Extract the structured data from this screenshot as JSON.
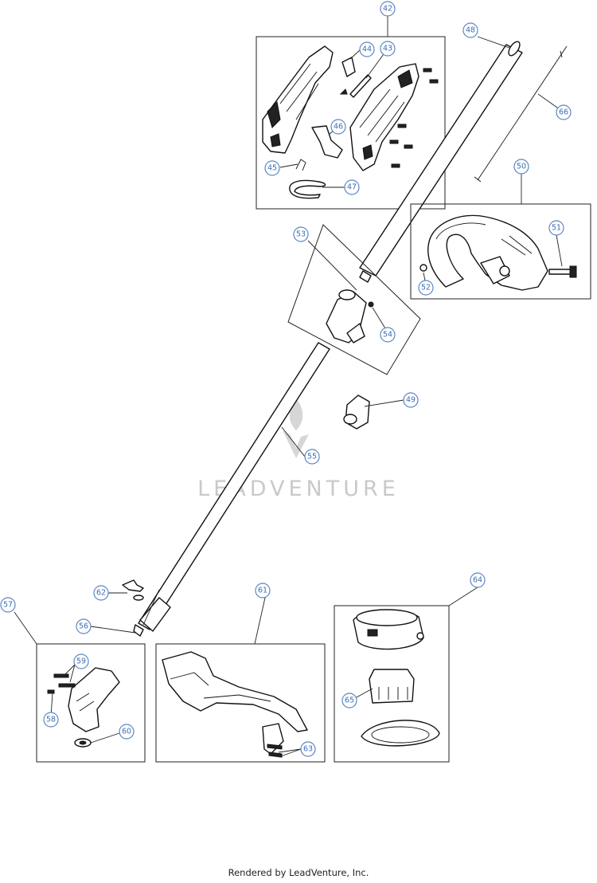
{
  "watermark": {
    "text": "LEADVENTURE"
  },
  "footer": {
    "text": "Rendered by LeadVenture, Inc."
  },
  "callouts": {
    "c42": "42",
    "c43": "43",
    "c44": "44",
    "c45": "45",
    "c46": "46",
    "c47": "47",
    "c48": "48",
    "c49": "49",
    "c50": "50",
    "c51": "51",
    "c52": "52",
    "c53": "53",
    "c54": "54",
    "c55": "55",
    "c56": "56",
    "c57": "57",
    "c58": "58",
    "c59": "59",
    "c60": "60",
    "c61": "61",
    "c62": "62",
    "c63": "63",
    "c64": "64",
    "c65": "65",
    "c66": "66"
  },
  "colors": {
    "callout_ring": "#5b86c4",
    "callout_text": "#3d6db5",
    "line": "#111111",
    "watermark": "#c9c9c9"
  }
}
